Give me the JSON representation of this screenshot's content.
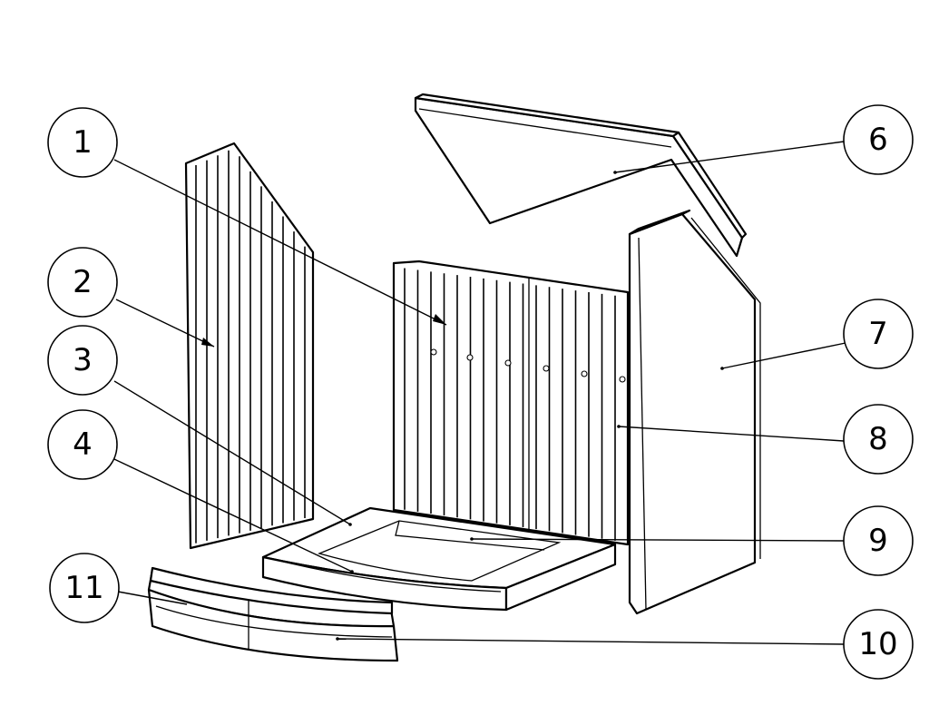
{
  "callouts": [
    {
      "id": "1",
      "label": "1"
    },
    {
      "id": "2",
      "label": "2"
    },
    {
      "id": "3",
      "label": "3"
    },
    {
      "id": "4",
      "label": "4"
    },
    {
      "id": "6",
      "label": "6"
    },
    {
      "id": "7",
      "label": "7"
    },
    {
      "id": "8",
      "label": "8"
    },
    {
      "id": "9",
      "label": "9"
    },
    {
      "id": "10",
      "label": "10"
    },
    {
      "id": "11",
      "label": "11"
    }
  ]
}
